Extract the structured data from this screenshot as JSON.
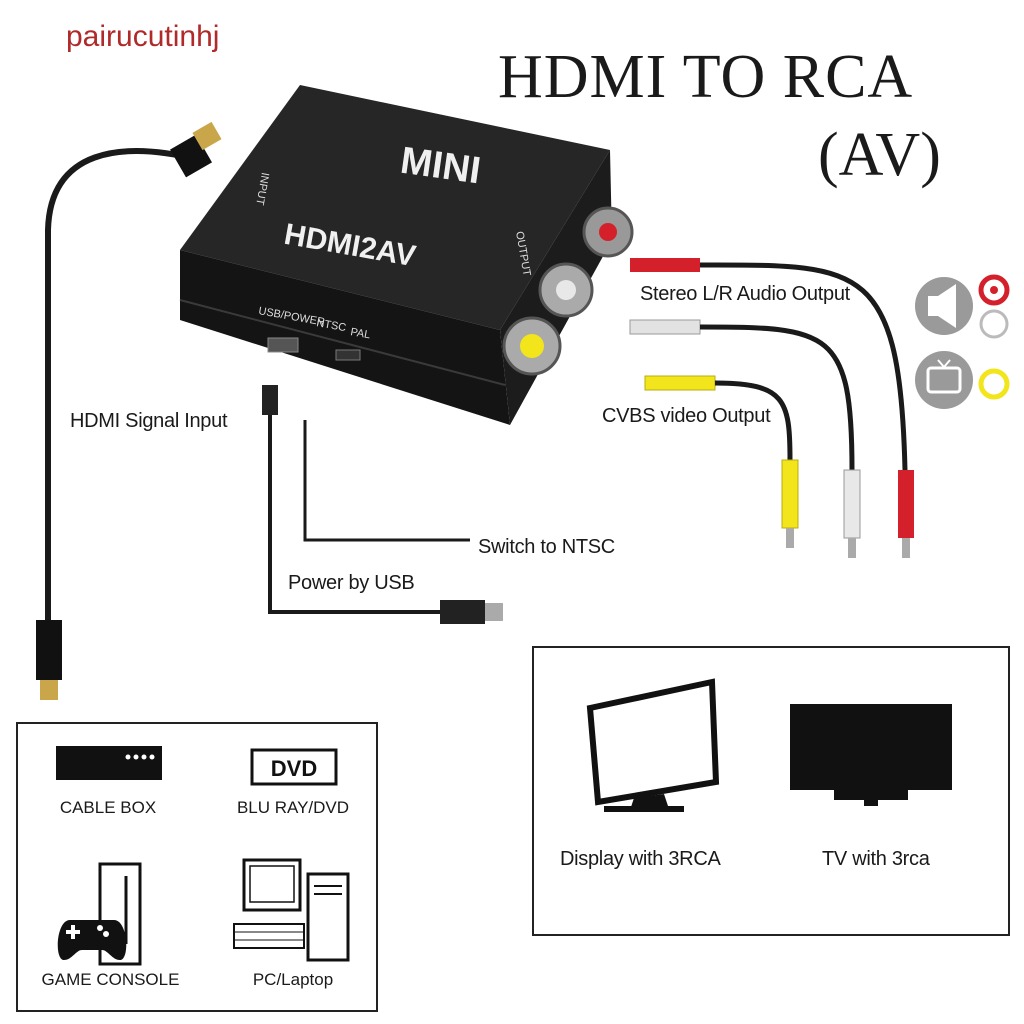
{
  "watermark": "pairucutinhj",
  "title": {
    "line1": "HDMI TO RCA",
    "line2": "(AV)"
  },
  "device": {
    "brand": "MINI",
    "model": "HDMI2AV",
    "input_label": "INPUT",
    "output_label": "OUTPUT",
    "usb_power_label": "USB/POWER",
    "ntsc_label": "NTSC",
    "pal_label": "PAL"
  },
  "labels": {
    "hdmi_input": "HDMI Signal Input",
    "audio_output": "Stereo L/R Audio Output",
    "video_output": "CVBS video Output",
    "switch_ntsc": "Switch to NTSC",
    "power_usb": "Power by USB"
  },
  "sources": [
    {
      "label": "CABLE BOX",
      "icon": "cable-box-icon"
    },
    {
      "label": "BLU RAY/DVD",
      "icon": "dvd-icon",
      "badge": "DVD"
    },
    {
      "label": "GAME CONSOLE",
      "icon": "game-console-icon"
    },
    {
      "label": "PC/Laptop",
      "icon": "pc-icon"
    }
  ],
  "displays": [
    {
      "label": "Display with 3RCA",
      "icon": "monitor-icon"
    },
    {
      "label": "TV with 3rca",
      "icon": "tv-icon"
    }
  ],
  "colors": {
    "red": "#d3202a",
    "white": "#e8e8e8",
    "yellow": "#f2e51b",
    "watermark": "#b02a2a",
    "device": "#1c1c1c"
  }
}
